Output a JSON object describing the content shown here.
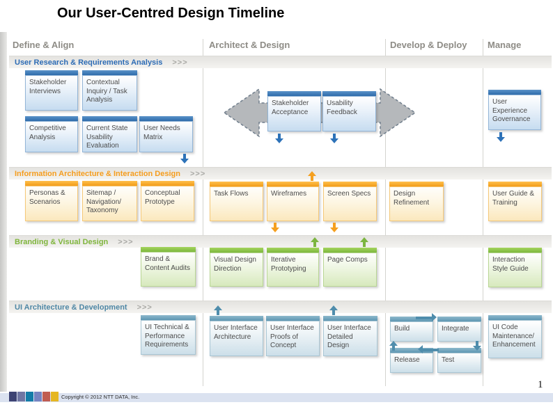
{
  "slide": {
    "title": "Our User-Centred Design Timeline",
    "page_number": "1",
    "copyright": "Copyright © 2012 NTT DATA, Inc."
  },
  "columns": {
    "define": "Define & Align",
    "architect": "Architect & Design",
    "develop": "Develop & Deploy",
    "manage": "Manage"
  },
  "lanes": {
    "research": {
      "label": "User Research & Requirements Analysis",
      "chevrons": ">>>",
      "color": "#2d6cb5"
    },
    "ia": {
      "label": "Information Architecture & Interaction Design",
      "chevrons": ">>>",
      "color": "#f59d1e"
    },
    "branding": {
      "label": "Branding & Visual Design",
      "chevrons": ">>>",
      "color": "#7fb53c"
    },
    "ui": {
      "label": "UI Architecture & Development",
      "chevrons": ">>>",
      "color": "#4f87a5"
    }
  },
  "boxes": {
    "stakeholder_interviews": "Stakeholder Interviews",
    "contextual_inquiry": "Contextual Inquiry / Task Analysis",
    "competitive_analysis": "Competitive Analysis",
    "current_state": "Current State Usability Evaluation",
    "user_needs_matrix": "User Needs Matrix",
    "stakeholder_acceptance": "Stakeholder Acceptance",
    "usability_feedback": "Usability Feedback",
    "ux_governance": "User Experience Governance",
    "personas": "Personas & Scenarios",
    "sitemap": "Sitemap / Navigation/ Taxonomy",
    "conceptual_prototype": "Conceptual Prototype",
    "task_flows": "Task Flows",
    "wireframes": "Wireframes",
    "screen_specs": "Screen Specs",
    "design_refinement": "Design Refinement",
    "user_guide": "User Guide & Training",
    "brand_audits": "Brand & Content Audits",
    "visual_design_direction": "Visual Design Direction",
    "iterative_prototyping": "Iterative Prototyping",
    "page_comps": "Page Comps",
    "interaction_style_guide": "Interaction Style Guide",
    "ui_technical": "UI Technical & Performance Requirements",
    "ui_architecture": "User Interface Architecture",
    "ui_proofs": "User Interface Proofs of Concept",
    "ui_detailed": "User Interface Detailed Design",
    "build": "Build",
    "integrate": "Integrate",
    "release": "Release",
    "test": "Test",
    "ui_code_maintenance": "UI Code Maintenance/ Enhancement"
  },
  "icons": {
    "down_arrow": "↓",
    "up_arrow": "↑",
    "right_arrow": "→",
    "left_arrow": "←",
    "double_arrow": "double-headed-horizontal-arrow"
  },
  "footer": {
    "squares": [
      "#3d4373",
      "#6f76a3",
      "#137ca8",
      "#7584c1",
      "#c05c51",
      "#e5b622"
    ]
  }
}
